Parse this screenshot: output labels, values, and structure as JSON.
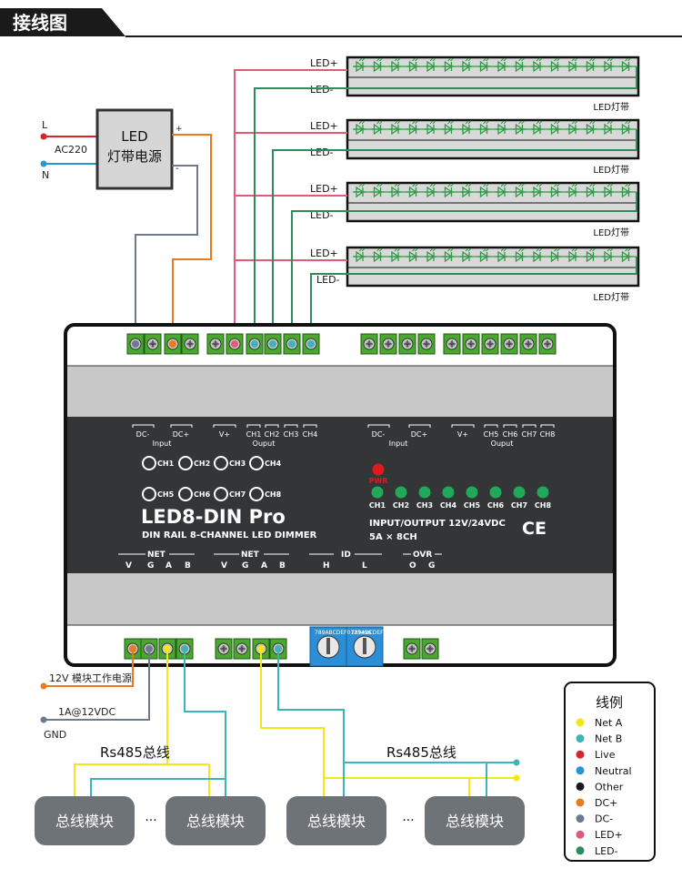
{
  "header": {
    "title": "接线图"
  },
  "psu": {
    "line1": "LED",
    "line2": "灯带电源",
    "plus": "+",
    "minus": "-"
  },
  "ac": {
    "l": "L",
    "n": "N",
    "v": "AC220"
  },
  "strips": {
    "plus": "LED+",
    "minus": "LED-",
    "names": [
      "LED灯带",
      "LED灯带",
      "LED灯带",
      "LED灯带"
    ]
  },
  "device": {
    "model": "LED8-DIN Pro",
    "desc": "DIN RAIL 8-CHANNEL LED DIMMER",
    "io": "INPUT/OUTPUT 12V/24VDC",
    "rating": "5A × 8CH",
    "ce": "CE",
    "pwr": "PWR",
    "terms": {
      "dcm": "DC-",
      "dcp": "DC+",
      "vp": "V+",
      "ch1": "CH1",
      "ch2": "CH2",
      "ch3": "CH3",
      "ch4": "CH4",
      "ch5": "CH5",
      "ch6": "CH6",
      "ch7": "CH7",
      "ch8": "CH8",
      "input": "Input",
      "output": "Ouput"
    },
    "buttons": [
      "CH1",
      "CH2",
      "CH3",
      "CH4",
      "CH5",
      "CH6",
      "CH7",
      "CH8"
    ],
    "leds": [
      "CH1",
      "CH2",
      "CH3",
      "CH4",
      "CH5",
      "CH6",
      "CH7",
      "CH8"
    ],
    "bottom": {
      "net": "NET",
      "net_pins": [
        "V",
        "G",
        "A",
        "B"
      ],
      "id": "ID",
      "id_pins": [
        "H",
        "L"
      ],
      "ovr": "OVR",
      "ovr_pins": [
        "O",
        "G"
      ]
    },
    "dial_text": "789ABCDEF0123456"
  },
  "power": {
    "label": "12V 模块工作电源",
    "current": "1A@12VDC",
    "gnd": "GND"
  },
  "bus": {
    "label": "Rs485总线",
    "module": "总线模块",
    "dots": "···"
  },
  "legend": {
    "title": "线例",
    "items": [
      {
        "label": "Net A",
        "color": "#f4e51c"
      },
      {
        "label": "Net B",
        "color": "#3fb3b8"
      },
      {
        "label": "Live",
        "color": "#d9242b"
      },
      {
        "label": "Neutral",
        "color": "#2a95d5"
      },
      {
        "label": "Other",
        "color": "#1a1a1a"
      },
      {
        "label": "DC+",
        "color": "#e87b1e"
      },
      {
        "label": "DC-",
        "color": "#6c7a90"
      },
      {
        "label": "LED+",
        "color": "#e05b78"
      },
      {
        "label": "LED-",
        "color": "#2e8b5a"
      }
    ]
  }
}
